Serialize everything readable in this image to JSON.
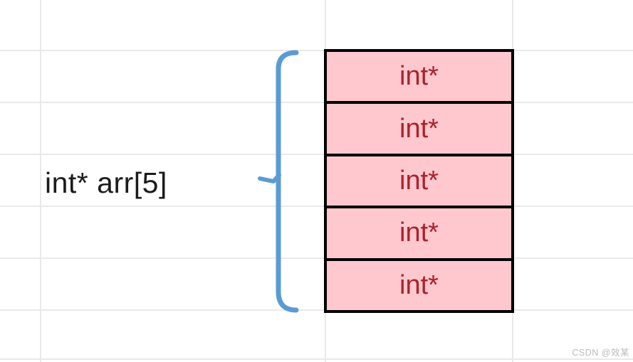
{
  "diagram": {
    "label": {
      "text": "int* arr[5]"
    },
    "array_stack": {
      "cell_count": 5,
      "cells": [
        {
          "label": "int*"
        },
        {
          "label": "int*"
        },
        {
          "label": "int*"
        },
        {
          "label": "int*"
        },
        {
          "label": "int*"
        }
      ],
      "fill_color": "#FFC8CE",
      "text_color": "#AA232D",
      "border_color": "#000000"
    },
    "brace": {
      "direction": "left",
      "color": "#5B9BD5"
    },
    "grid": {
      "line_color": "#E9E9E9"
    }
  },
  "watermark": {
    "text": "CSDN @效某"
  }
}
